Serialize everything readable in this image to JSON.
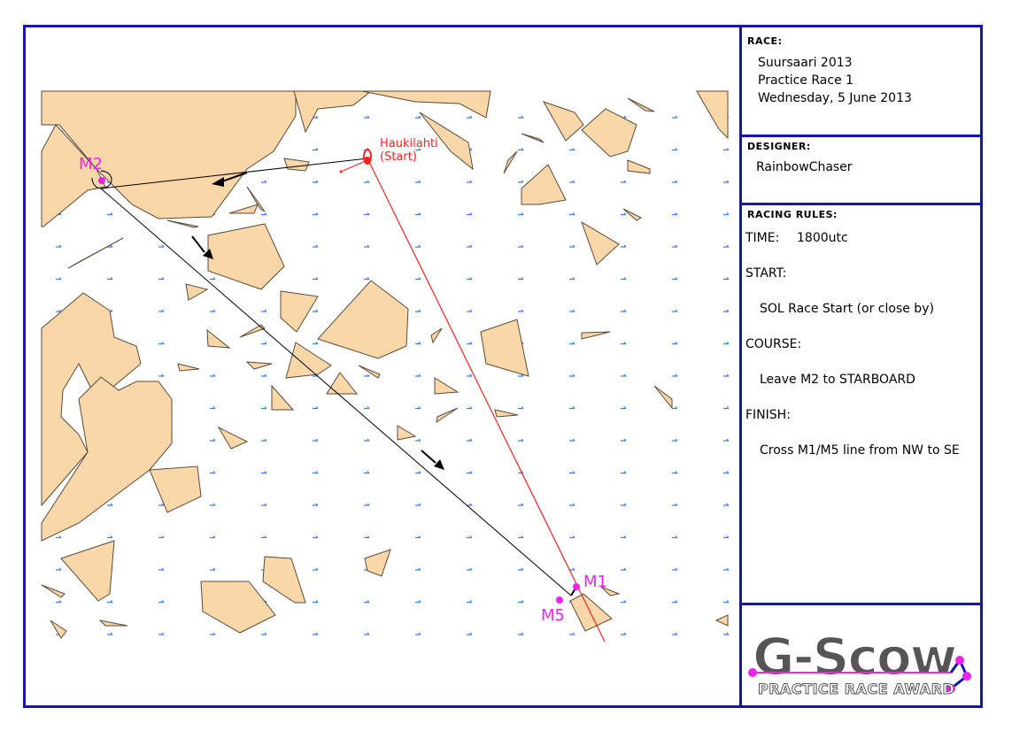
{
  "race_panel": {
    "heading": "RACE:",
    "lines": [
      "Suursaari 2013",
      "Practice Race 1",
      "Wednesday, 5 June 2013"
    ]
  },
  "designer_panel": {
    "heading": "DESIGNER:",
    "name": "RainbowChaser"
  },
  "rules_panel": {
    "heading": "RACING RULES:",
    "time_label": "TIME:",
    "time_value": "1800utc",
    "start_label": "START:",
    "start_value": "SOL Race Start (or close by)",
    "course_label": "COURSE:",
    "course_value": "Leave M2 to STARBOARD",
    "finish_label": "FINISH:",
    "finish_value": "Cross M1/M5 line from NW to SE"
  },
  "logo": {
    "title": "G-Scow",
    "subtitle": "PRACTICE RACE AWARD"
  },
  "map": {
    "start_label": "Haukilahti",
    "start_sublabel": "(Start)",
    "marks": {
      "m2": "M2",
      "m1": "M1",
      "m5": "M5"
    },
    "colors": {
      "land": "#fad7a8",
      "land_stroke": "#5a4a3a",
      "water": "#ffffff",
      "course_line": "#000000",
      "start_line": "#ff2020",
      "mark": "#ee22ee",
      "wind_arrow": "#3a7fff",
      "frame": "#1414b4"
    }
  }
}
